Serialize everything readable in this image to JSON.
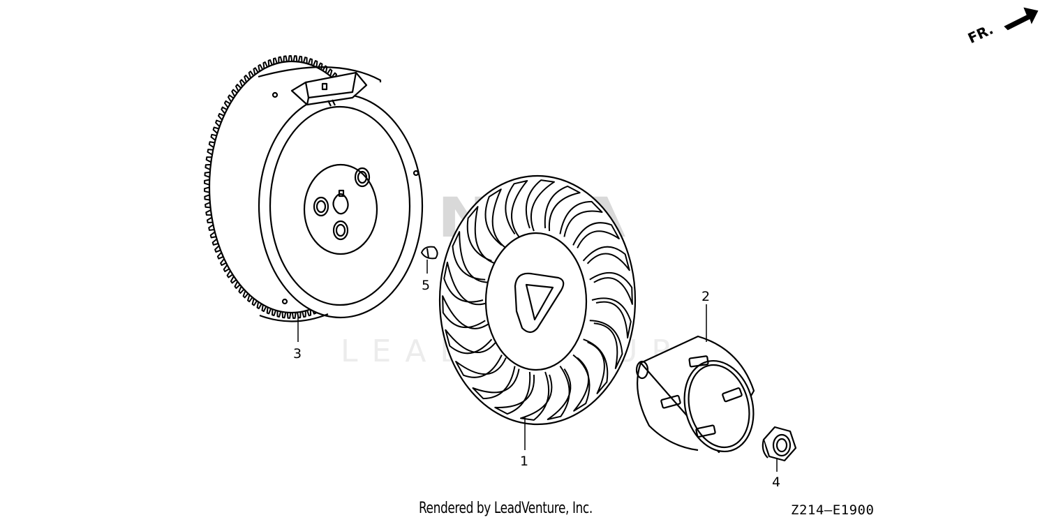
{
  "diagram": {
    "direction_marker": "FR.",
    "watermark_brand": "HONDA",
    "watermark_line": "LEADVENTURE",
    "footer_credit": "Rendered by LeadVenture, Inc.",
    "diagram_code": "Z214—E1900",
    "callouts": {
      "fan": "1",
      "pulley": "2",
      "flywheel": "3",
      "nut": "4",
      "key": "5"
    }
  }
}
